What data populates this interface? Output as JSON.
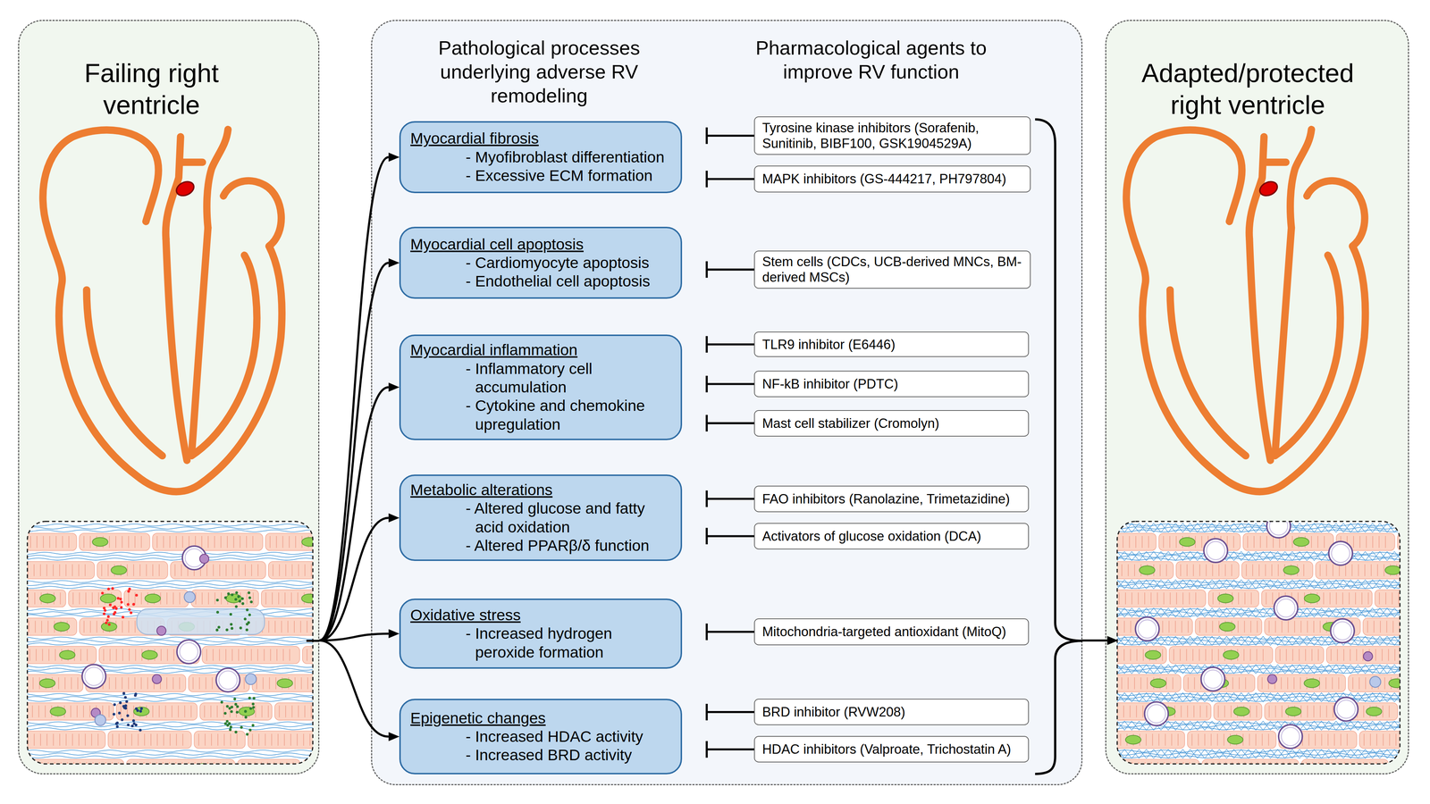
{
  "diagram": {
    "nodes": [
      {
        "text": [
          "Failing right ventricle"
        ]
      },
      {
        "text": [
          "Pathological processes underlying adverse RV remodeling",
          "Pharmacological agents to improve RV function"
        ]
      },
      {
        "text": [
          "Myocardial fibrosis",
          "- Myofibroblast differentiation",
          "- Excessive ECM formation"
        ],
        "in": 1
      },
      {
        "text": [
          "Tyrosine kinase inhibitors (Sorafenib, Sunitinib, BIBF100, GSK1904529A)"
        ],
        "in": 1
      },
      {
        "text": [
          "MAPK inhibitors (GS-444217, PH797804)"
        ],
        "in": 1
      },
      {
        "text": [
          "Myocardial cell apoptosis",
          "- Cardiomyocyte apoptosis",
          "- Endothelial cell apoptosis"
        ],
        "in": 1
      },
      {
        "text": [
          "Stem cells (CDCs, UCB-derived MNCs, BM-derived MSCs)"
        ],
        "in": 1
      },
      {
        "text": [
          "Myocardial inflammation",
          "- Inflammatory cell accumulation",
          "- Cytokine and chemokine upregulation"
        ],
        "in": 1
      },
      {
        "text": [
          "TLR9 inhibitor (E6446)"
        ],
        "in": 1
      },
      {
        "text": [
          "NF-kB inhibitor (PDTC)"
        ],
        "in": 1
      },
      {
        "text": [
          "Mast cell stabilizer (Cromolyn)"
        ],
        "in": 1
      },
      {
        "text": [
          "Metabolic alterations",
          "- Altered glucose and fatty acid oxidation",
          "- Altered PPARβ/δ function"
        ],
        "in": 1
      },
      {
        "text": [
          "FAO inhibitors (Ranolazine, Trimetazidine)"
        ],
        "in": 1
      },
      {
        "text": [
          "Activators of glucose oxidation (DCA)"
        ],
        "in": 1
      },
      {
        "text": [
          "Oxidative stress",
          "- Increased hydrogen peroxide formation"
        ],
        "in": 1
      },
      {
        "text": [
          "Mitochondria-targeted antioxidant (MitoQ)"
        ],
        "in": 1
      },
      {
        "text": [
          "Epigenetic changes",
          "- Increased HDAC activity",
          "- Increased BRD activity"
        ],
        "in": 1
      },
      {
        "text": [
          "BRD inhibitor (RVW208)"
        ],
        "in": 1
      },
      {
        "text": [
          "HDAC inhibitors (Valproate, Trichostatin A)"
        ],
        "in": 1
      },
      {
        "text": [
          "Adapted/protected right ventricle"
        ]
      }
    ],
    "edges": [
      {
        "from": 0,
        "to": 2,
        "arrow": "to"
      },
      {
        "from": 0,
        "to": 5,
        "arrow": "to"
      },
      {
        "from": 0,
        "to": 7,
        "arrow": "to"
      },
      {
        "from": 0,
        "to": 11,
        "arrow": "to"
      },
      {
        "from": 0,
        "to": 14,
        "arrow": "to"
      },
      {
        "from": 0,
        "to": 16,
        "arrow": "to"
      },
      {
        "from": 3,
        "to": 2,
        "arrow": "to"
      },
      {
        "from": 4,
        "to": 2,
        "arrow": "to"
      },
      {
        "from": 6,
        "to": 5,
        "arrow": "to"
      },
      {
        "from": 8,
        "to": 7,
        "arrow": "to"
      },
      {
        "from": 9,
        "to": 7,
        "arrow": "to"
      },
      {
        "from": 10,
        "to": 7,
        "arrow": "to"
      },
      {
        "from": 12,
        "to": 11,
        "arrow": "to"
      },
      {
        "from": 13,
        "to": 11,
        "arrow": "to"
      },
      {
        "from": 15,
        "to": 14,
        "arrow": "to"
      },
      {
        "from": 17,
        "to": 16,
        "arrow": "to"
      },
      {
        "from": 18,
        "to": 16,
        "arrow": "to"
      },
      {
        "from": 1,
        "to": 19,
        "arrow": "to"
      }
    ]
  }
}
